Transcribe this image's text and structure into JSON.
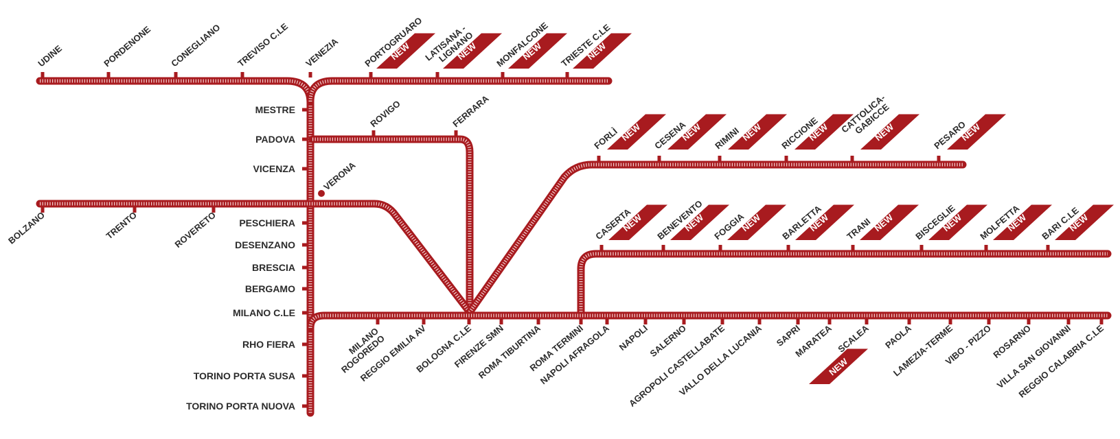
{
  "network": {
    "badge_text": "NEW",
    "colors": {
      "track": "#a81b1f",
      "track_inner": "#f4d4d4",
      "label": "#2b2b2b",
      "badge": "#a81b1f"
    },
    "trunk_stations": [
      "MESTRE",
      "PADOVA",
      "VICENZA",
      "PESCHIERA",
      "DESENZANO",
      "BRESCIA",
      "BERGAMO",
      "MILANO C.LE",
      "RHO FIERA",
      "TORINO PORTA SUSA",
      "TORINO PORTA NUOVA"
    ],
    "lines": {
      "top_west": [
        "UDINE",
        "PORDENONE",
        "CONEGLIANO",
        "TREVISO C.LE",
        "VENEZIA"
      ],
      "top_east": [
        {
          "name": "PORTOGRUARO",
          "new": true
        },
        {
          "name": "LATISANA - LIGNANO",
          "new": true
        },
        {
          "name": "MONFALCONE",
          "new": true
        },
        {
          "name": "TRIESTE C.LE",
          "new": true
        }
      ],
      "padova_branch": [
        "ROVIGO",
        "FERRARA"
      ],
      "verona_line": [
        "BOLZANO",
        "TRENTO",
        "ROVERETO",
        "VERONA"
      ],
      "adriatic": [
        {
          "name": "FORLÌ",
          "new": true
        },
        {
          "name": "CESENA",
          "new": true
        },
        {
          "name": "RIMINI",
          "new": true
        },
        {
          "name": "RICCIONE",
          "new": true
        },
        {
          "name": "CATTOLICA- GABICCE",
          "new": true
        },
        {
          "name": "PESARO",
          "new": true
        }
      ],
      "puglia": [
        {
          "name": "CASERTA",
          "new": true
        },
        {
          "name": "BENEVENTO",
          "new": true
        },
        {
          "name": "FOGGIA",
          "new": true
        },
        {
          "name": "BARLETTA",
          "new": true
        },
        {
          "name": "TRANI",
          "new": true
        },
        {
          "name": "BISCEGLIE",
          "new": true
        },
        {
          "name": "MOLFETTA",
          "new": true
        },
        {
          "name": "BARI C.LE",
          "new": true
        }
      ],
      "south": [
        {
          "name": "MILANO ROGOREDO",
          "new": false
        },
        {
          "name": "REGGIO EMILIA AV",
          "new": false
        },
        {
          "name": "BOLOGNA C.LE",
          "new": false
        },
        {
          "name": "FIRENZE SMN",
          "new": false
        },
        {
          "name": "ROMA TIBURTINA",
          "new": false
        },
        {
          "name": "ROMA TERMINI",
          "new": false
        },
        {
          "name": "NAPOLI AFRAGOLA",
          "new": false
        },
        {
          "name": "NAPOLI",
          "new": false
        },
        {
          "name": "SALERNO",
          "new": false
        },
        {
          "name": "AGROPOLI CASTELLABATE",
          "new": false
        },
        {
          "name": "VALLO DELLA LUCANIA",
          "new": false
        },
        {
          "name": "SAPRI",
          "new": false
        },
        {
          "name": "MARATEA",
          "new": true
        },
        {
          "name": "SCALEA",
          "new": false
        },
        {
          "name": "PAOLA",
          "new": false
        },
        {
          "name": "LAMEZIA-TERME",
          "new": false
        },
        {
          "name": "VIBO - PIZZO",
          "new": false
        },
        {
          "name": "ROSARNO",
          "new": false
        },
        {
          "name": "VILLA SAN GIOVANNI",
          "new": false
        },
        {
          "name": "REGGIO CALABRIA C.LE",
          "new": false
        }
      ]
    }
  }
}
